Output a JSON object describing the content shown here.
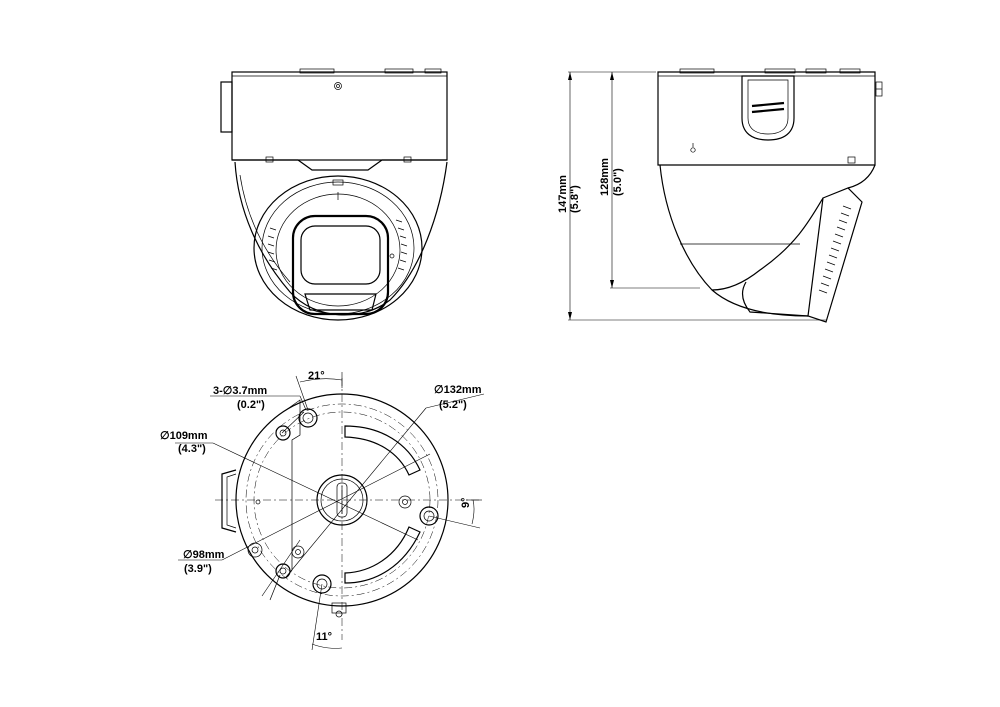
{
  "front_view": {},
  "side_view": {
    "dim_total": {
      "metric": "147mm",
      "imperial": "(5.8\")"
    },
    "dim_head": {
      "metric": "128mm",
      "imperial": "(5.0\")"
    }
  },
  "bottom_view": {
    "holes": {
      "metric": "3-∅3.7mm",
      "imperial": "(0.2\")"
    },
    "diameter_132": {
      "metric": "∅132mm",
      "imperial": "(5.2\")"
    },
    "diameter_109": {
      "metric": "∅109mm",
      "imperial": "(4.3\")"
    },
    "diameter_98": {
      "metric": "∅98mm",
      "imperial": "(3.9\")"
    },
    "angle_top": "21°",
    "angle_right": "9°",
    "angle_bottom": "11°"
  }
}
